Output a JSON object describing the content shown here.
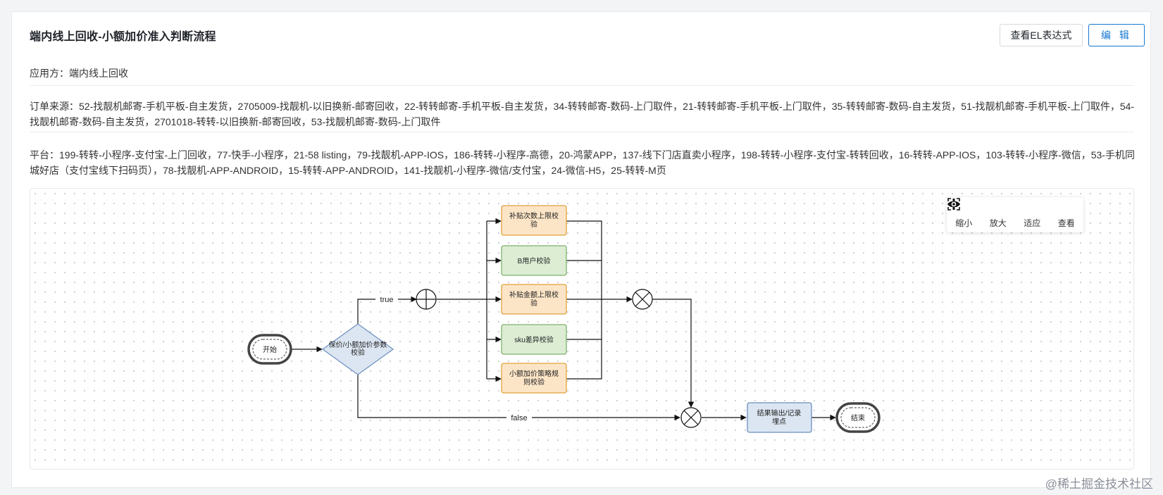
{
  "header": {
    "title": "端内线上回收-小额加价准入判断流程",
    "el_button_label": "查看EL表达式",
    "edit_button_label": "编 辑"
  },
  "info": {
    "app": "应用方：端内线上回收",
    "order_source": "订单来源：52-找靓机邮寄-手机平板-自主发货，2705009-找靓机-以旧换新-邮寄回收，22-转转邮寄-手机平板-自主发货，34-转转邮寄-数码-上门取件，21-转转邮寄-手机平板-上门取件，35-转转邮寄-数码-自主发货，51-找靓机邮寄-手机平板-上门取件，54-找靓机邮寄-数码-自主发货，2701018-转转-以旧换新-邮寄回收，53-找靓机邮寄-数码-上门取件",
    "platform": "平台：199-转转-小程序-支付宝-上门回收，77-快手-小程序，21-58 listing，79-找靓机-APP-IOS，186-转转-小程序-高德，20-鸿蒙APP，137-线下门店直卖小程序，198-转转-小程序-支付宝-转转回收，16-转转-APP-IOS，103-转转-小程序-微信，53-手机同城好店（支付宝线下扫码页），78-找靓机-APP-ANDROID，15-转转-APP-ANDROID，141-找靓机-小程序-微信/支付宝，24-微信-H5，25-转转-M页"
  },
  "flow": {
    "start": "开始",
    "decision": [
      "保价/小额加价参数",
      "校验"
    ],
    "true_label": "true",
    "false_label": "false",
    "checks": {
      "c1": [
        "补贴次数上限校",
        "验"
      ],
      "c2": [
        "B用户校验"
      ],
      "c3": [
        "补贴金额上限校",
        "验"
      ],
      "c4": [
        "sku差异校验"
      ],
      "c5": [
        "小额加价策略规",
        "则校验"
      ]
    },
    "result": [
      "结果输出/记录",
      "埋点"
    ],
    "end": "结束"
  },
  "toolbar": {
    "zoom_out": "缩小",
    "zoom_in": "放大",
    "fit": "适应",
    "view": "查看"
  },
  "colors": {
    "accent": "#1677d2",
    "orange_fill": "#fce5c7",
    "orange_stroke": "#e0a13a",
    "green_fill": "#dcedd4",
    "green_stroke": "#7fb26a",
    "blue_fill": "#dce6f2",
    "blue_stroke": "#6c8ebf"
  },
  "footer": {
    "site_mark": "@稀土掘金技术社区"
  }
}
